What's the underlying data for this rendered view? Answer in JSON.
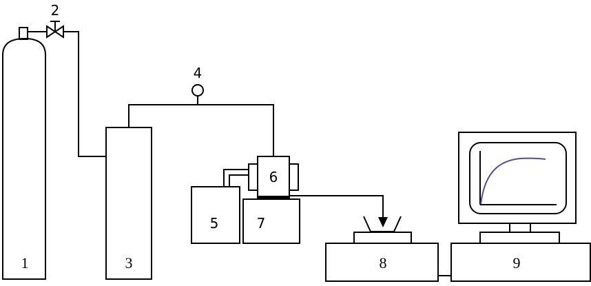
{
  "labels": {
    "cylinder": "1",
    "valve": "2",
    "tank": "3",
    "gauge": "4",
    "box5": "5",
    "cell": "6",
    "box7": "7",
    "balance": "8",
    "computer": "9"
  },
  "colors": {
    "stroke": "#000000",
    "curve": "#4b4bb0",
    "background": "#ffffff"
  },
  "icons": {
    "valve": "valve-icon",
    "gauge": "pressure-gauge-icon",
    "arrow": "arrow-down-icon"
  }
}
